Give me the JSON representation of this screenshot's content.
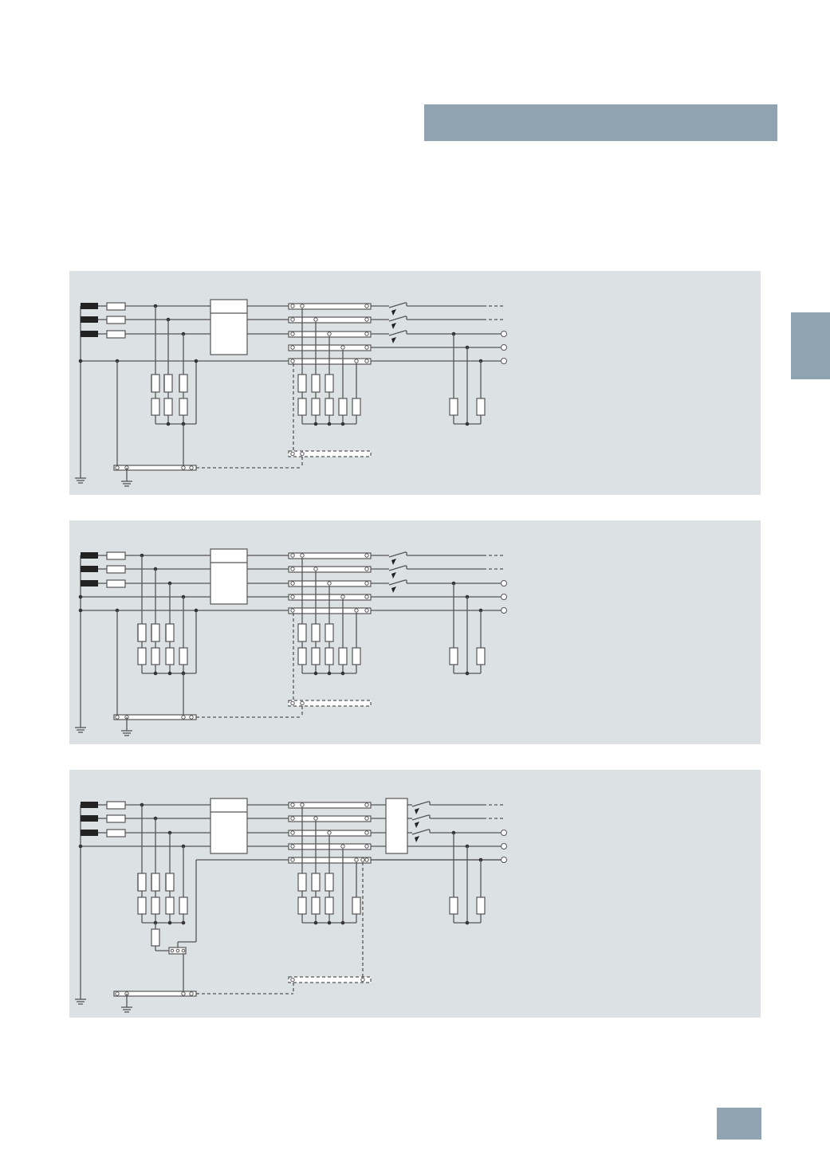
{
  "colors": {
    "page_background": "#ffffff",
    "accent_bar": "#8fa3b0",
    "diagram_panel": "#dce1e4",
    "wire": "#555555",
    "terminal_fill": "#ffffff",
    "phase_block": "#222222"
  },
  "diagrams": [
    {
      "variant": 1
    },
    {
      "variant": 2
    },
    {
      "variant": 3
    }
  ]
}
